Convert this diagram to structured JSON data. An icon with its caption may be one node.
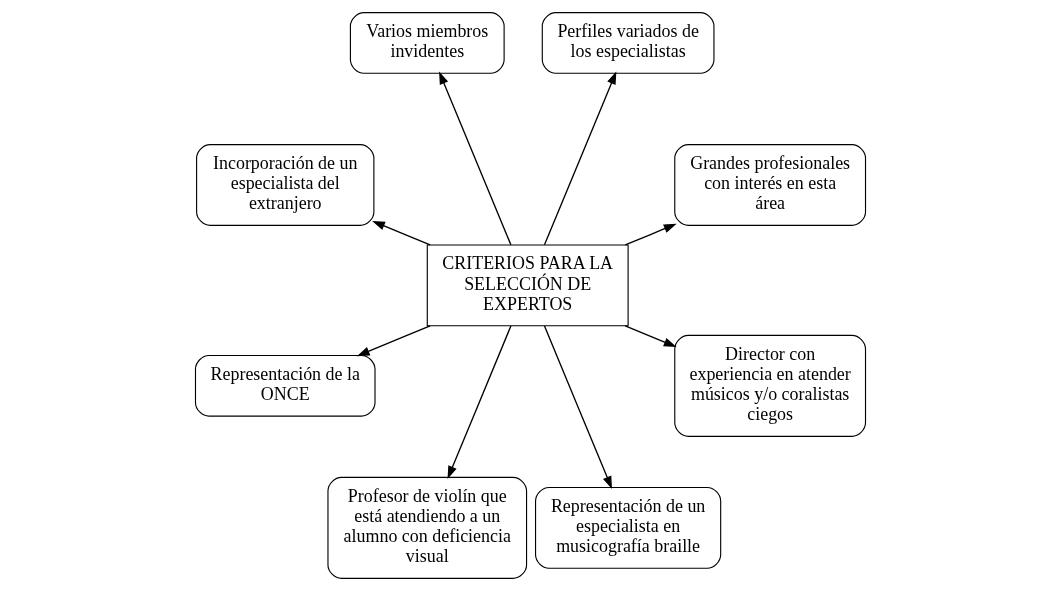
{
  "diagram": {
    "nodes": [
      {
        "text": [
          "CRITERIOS PARA LA SELECCIÓN DE EXPERTOS"
        ]
      },
      {
        "text": [
          "Grandes profesionales con interés en esta área"
        ]
      },
      {
        "text": [
          "Perfiles variados de los especialistas"
        ]
      },
      {
        "text": [
          "Varios miembros invidentes"
        ]
      },
      {
        "text": [
          "Incorporación de un especialista del extranjero"
        ]
      },
      {
        "text": [
          "Representación de la ONCE"
        ]
      },
      {
        "text": [
          "Profesor de violín que está atendiendo a un alumno con deficiencia visual"
        ]
      },
      {
        "text": [
          "Representación de un especialista en musicografía braille"
        ]
      },
      {
        "text": [
          "Director con experiencia en atender músicos y/o coralistas ciegos"
        ]
      }
    ],
    "edges": [
      {
        "from": 0,
        "to": 1,
        "arrow": "to"
      },
      {
        "from": 0,
        "to": 2,
        "arrow": "to"
      },
      {
        "from": 0,
        "to": 3,
        "arrow": "to"
      },
      {
        "from": 0,
        "to": 4,
        "arrow": "to"
      },
      {
        "from": 0,
        "to": 5,
        "arrow": "to"
      },
      {
        "from": 0,
        "to": 6,
        "arrow": "to"
      },
      {
        "from": 0,
        "to": 7,
        "arrow": "to"
      },
      {
        "from": 0,
        "to": 8,
        "arrow": "to"
      }
    ]
  }
}
